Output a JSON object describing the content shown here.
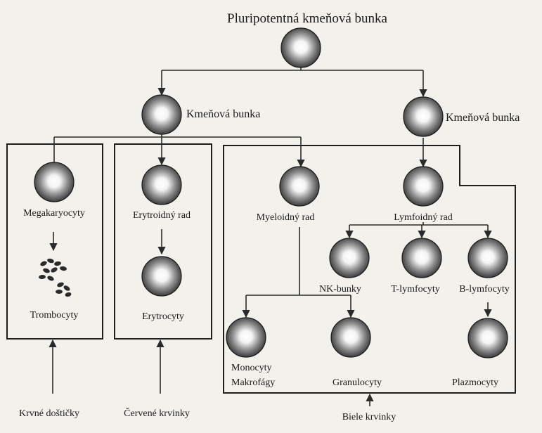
{
  "diagram": {
    "title": "Pluripotentná kmeňová bunka",
    "stem_left": "Kmeňová bunka",
    "stem_right": "Kmeňová bunka",
    "megakaryocytes": "Megakaryocyty",
    "thrombocytes": "Trombocyty",
    "erythroid": "Erytroidný rad",
    "erythrocytes": "Erytrocyty",
    "myeloid": "Myeloidný rad",
    "lymphoid": "Lymfoidný rad",
    "nk_cells": "NK-bunky",
    "t_lymphocytes": "T-lymfocyty",
    "b_lymphocytes": "B-lymfocyty",
    "monocytes": "Monocyty",
    "macrophages": "Makrofágy",
    "granulocytes": "Granulocyty",
    "plasmocytes": "Plazmocyty",
    "platelets": "Krvné doštičky",
    "red_cells": "Červené krvinky",
    "white_cells": "Biele krvinky"
  }
}
